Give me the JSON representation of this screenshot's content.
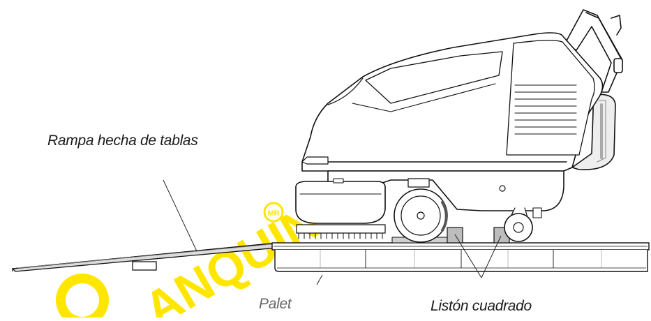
{
  "labels": {
    "ramp": "Rampa hecha de tablas",
    "pallet": "Palet",
    "cleats": "Listón cuadrado"
  },
  "watermark": {
    "text": "ANQUIN",
    "mark": "MR",
    "color": "#ffe600"
  },
  "colors": {
    "line": "#111111",
    "fill": "#ffffff",
    "hatch": "#9a9a9a"
  }
}
